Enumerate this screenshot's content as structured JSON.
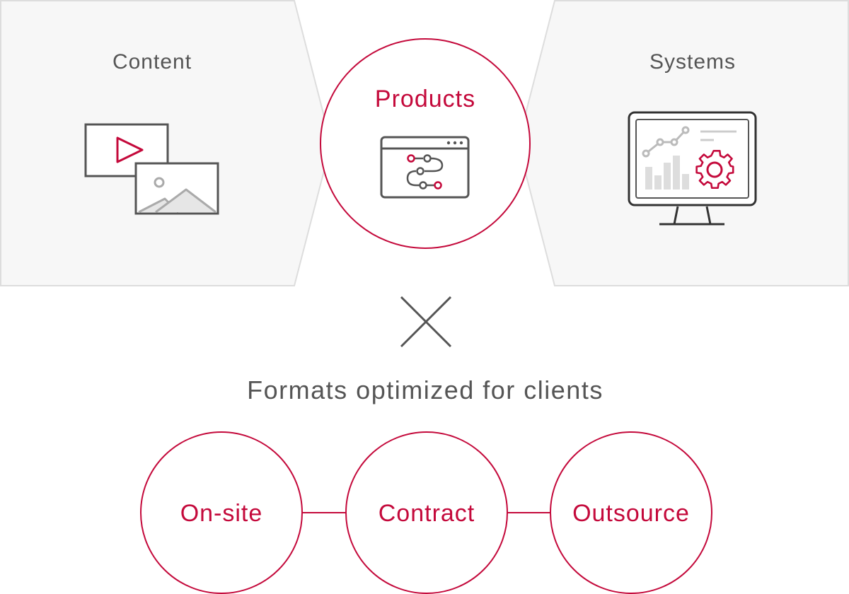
{
  "colors": {
    "accent": "#c4093b",
    "text": "#555555",
    "panel_fill": "#f7f7f7",
    "panel_stroke": "#dddddd",
    "icon_stroke": "#555555",
    "icon_light": "#cccccc"
  },
  "top": {
    "content": {
      "label": "Content",
      "icon": "video-and-image-icon"
    },
    "products": {
      "label": "Products",
      "icon": "browser-flow-icon"
    },
    "systems": {
      "label": "Systems",
      "icon": "monitor-analytics-gear-icon"
    }
  },
  "multiply_icon": "cross-multiply-icon",
  "formats": {
    "heading": "Formats optimized for clients",
    "items": [
      {
        "label": "On-site"
      },
      {
        "label": "Contract"
      },
      {
        "label": "Outsource"
      }
    ]
  }
}
